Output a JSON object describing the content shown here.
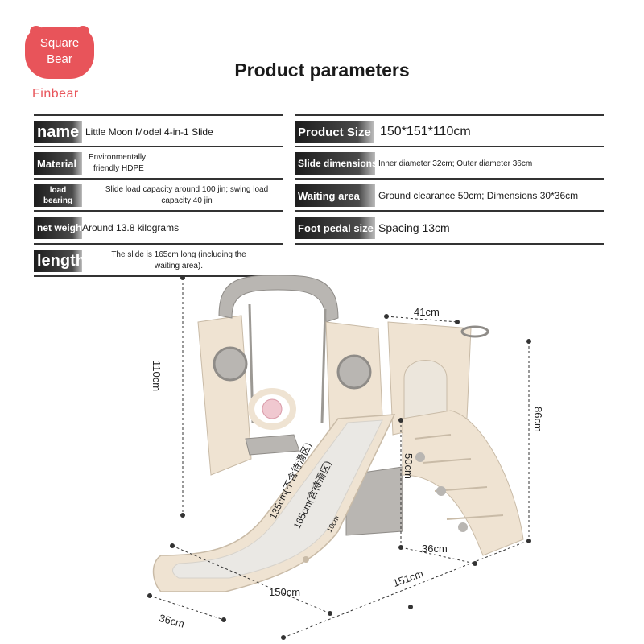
{
  "logo": {
    "line1": "Square",
    "line2": "Bear",
    "brand": "Finbear"
  },
  "title": "Product parameters",
  "left_params": [
    {
      "label": "name",
      "value": "Little Moon Model 4-in-1 Slide"
    },
    {
      "label": "Material",
      "value_line1": "Environmentally",
      "value_line2": "friendly HDPE"
    },
    {
      "label_line1": "load",
      "label_line2": "bearing",
      "value_line1": "Slide load capacity around 100 jin; swing load",
      "value_line2": "capacity 40 jin"
    },
    {
      "label": "net weight",
      "value": "Around 13.8 kilograms"
    },
    {
      "label": "length",
      "value_line1": "The slide is 165cm long (including the",
      "value_line2": "waiting area)."
    }
  ],
  "right_params": [
    {
      "label": "Product Size",
      "value": "150*151*110cm"
    },
    {
      "label": "Slide dimensions",
      "value": "Inner diameter 32cm; Outer diameter 36cm"
    },
    {
      "label": "Waiting area",
      "value": "Ground clearance 50cm; Dimensions 30*36cm"
    },
    {
      "label": "Foot pedal size",
      "value": "Spacing 13cm"
    }
  ],
  "dimensions": {
    "height_total": "110cm",
    "top_width": "41cm",
    "right_height": "86cm",
    "platform_height": "50cm",
    "slide_len_excl": "135cm(不含待滑区)",
    "slide_len_incl": "165cm(含待滑区)",
    "step_spacing": "10cm",
    "stair_depth": "36cm",
    "depth_total": "151cm",
    "length_total": "150cm",
    "slide_width": "36cm"
  },
  "colors": {
    "accent": "#e8545a",
    "cream": "#efe3d2",
    "gray": "#b9b6b2",
    "dark_gray": "#8f8c88",
    "slide_white": "#eae8e4"
  }
}
